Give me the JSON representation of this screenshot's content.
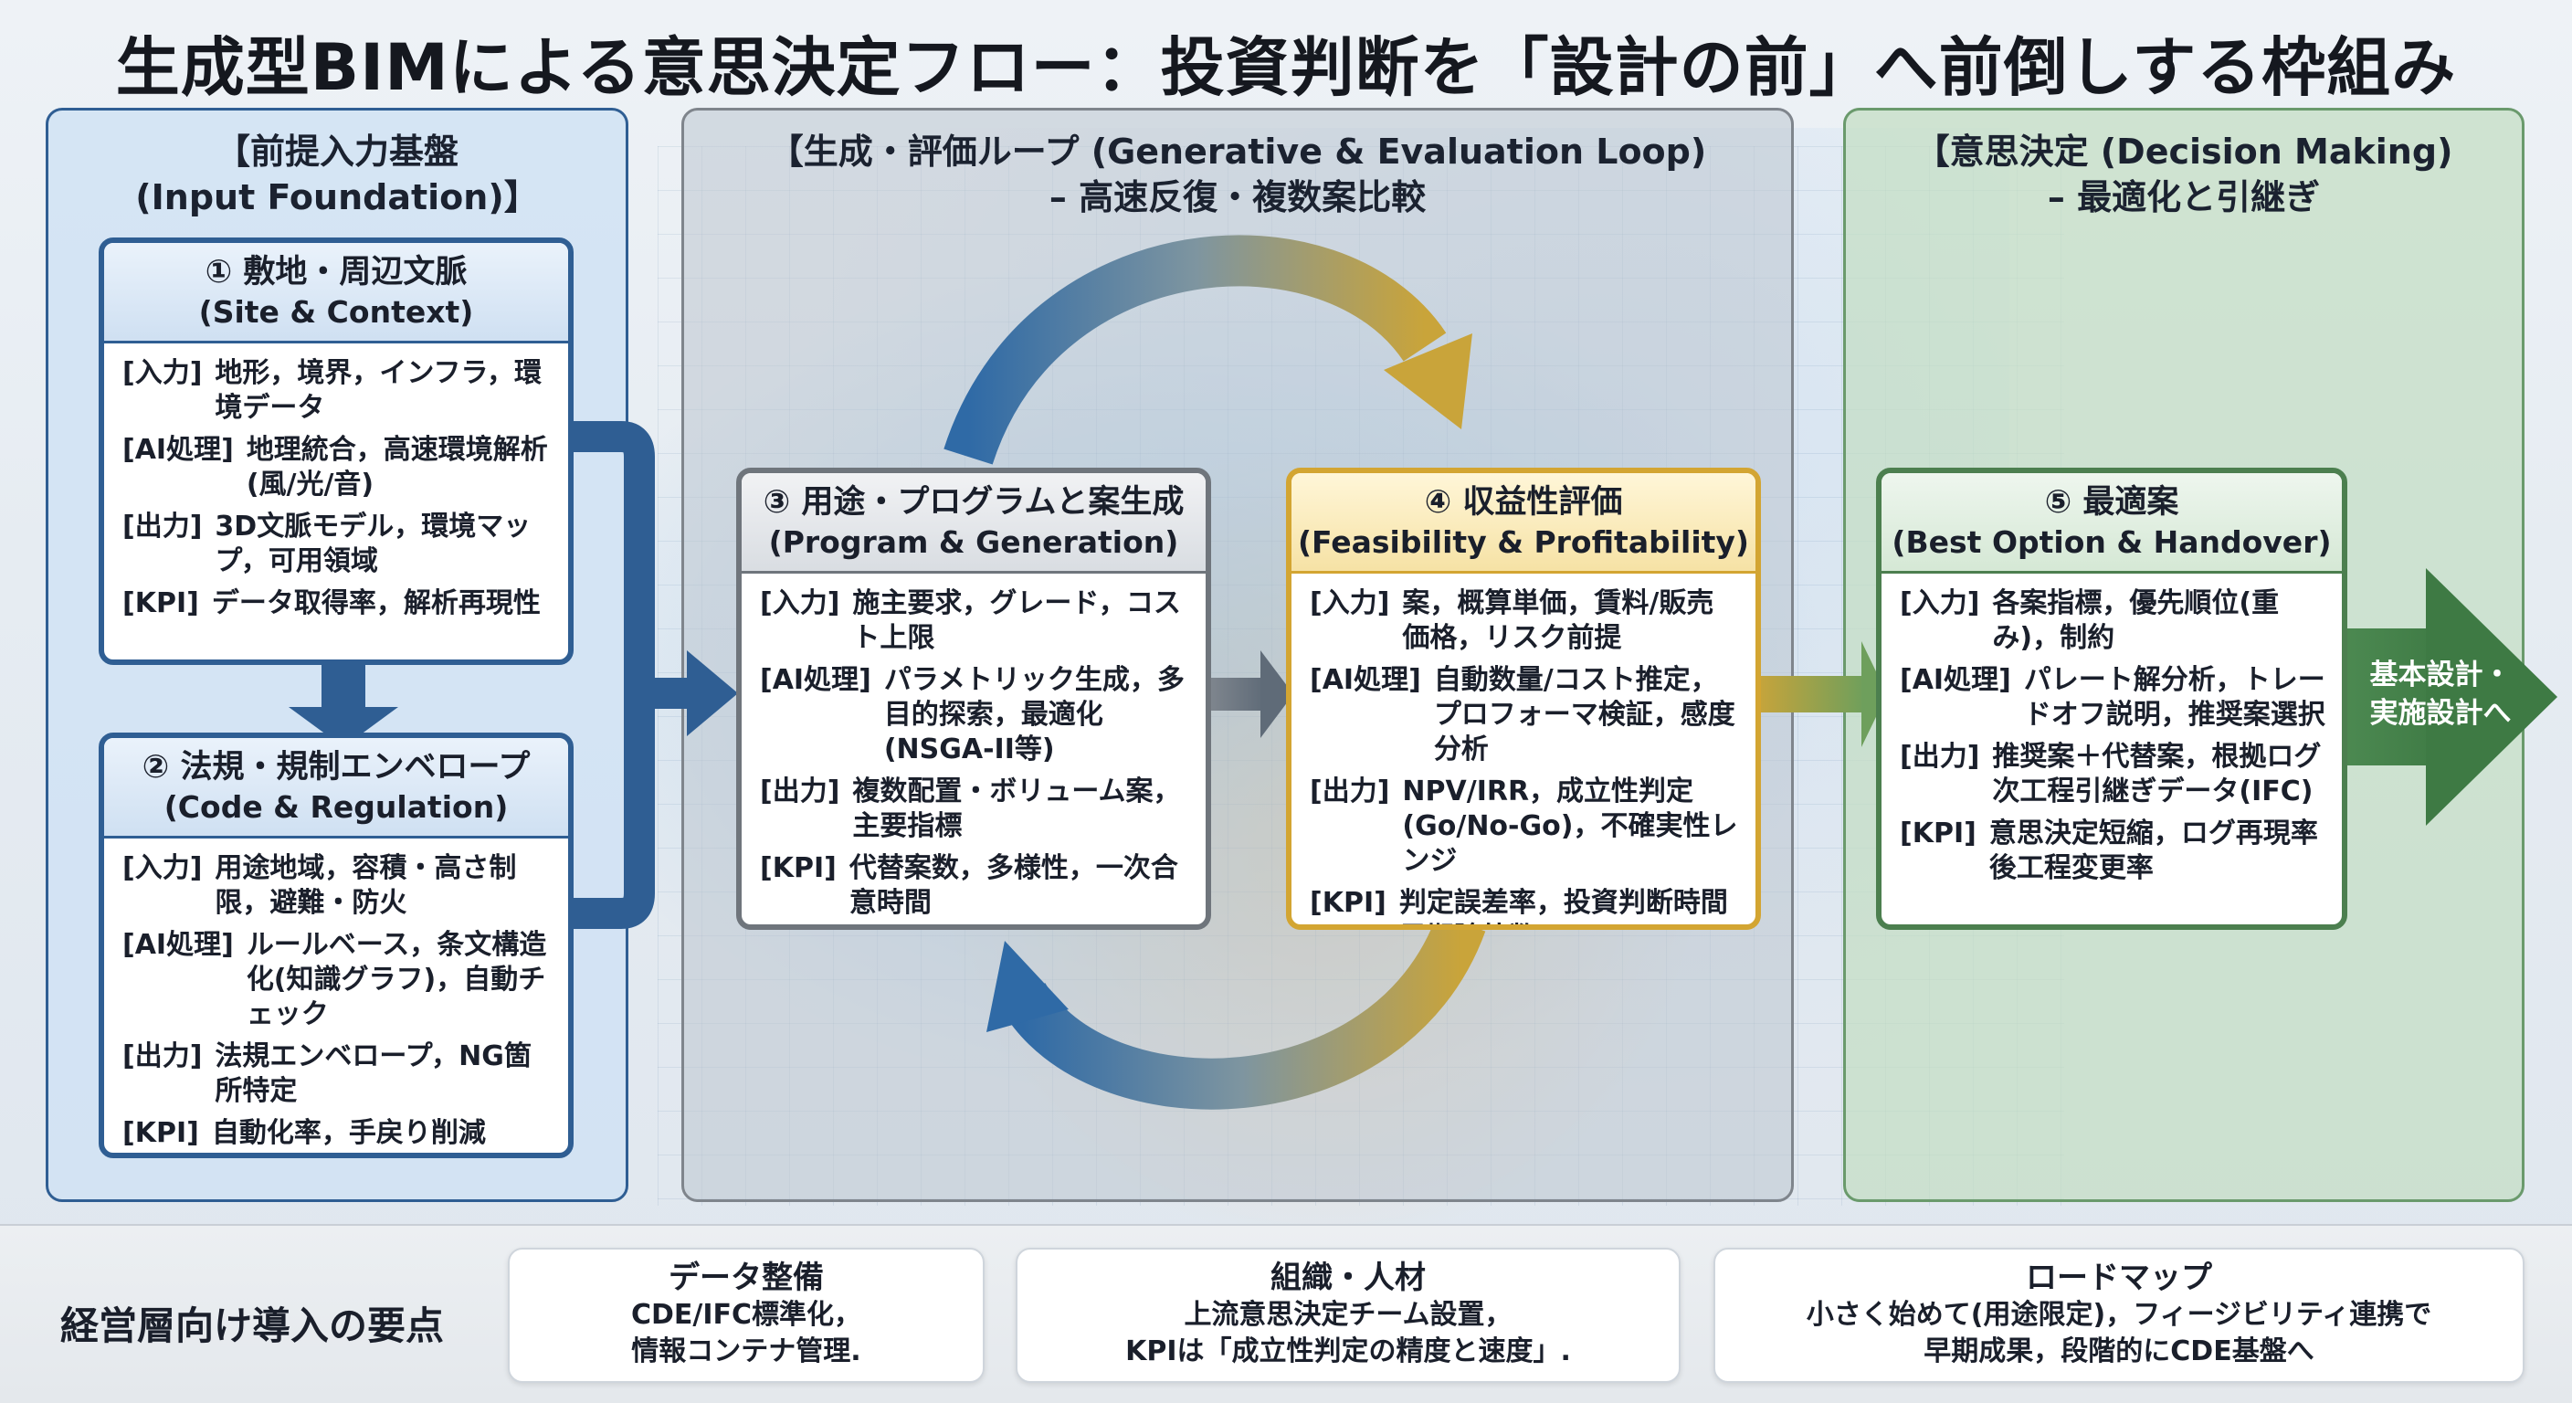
{
  "title": "生成型BIMによる意思決定フロー：投資判断を「設計の前」へ前倒しする枠組み",
  "panels": {
    "input": {
      "title1": "【前提入力基盤",
      "title2": "(Input Foundation)】"
    },
    "loop": {
      "title1": "【生成・評価ループ (Generative & Evaluation Loop)",
      "title2": "– 高速反復・複数案比較"
    },
    "decision": {
      "title1": "【意思決定 (Decision Making)",
      "title2": "– 最適化と引継ぎ"
    }
  },
  "cards": {
    "site": {
      "title": "① 敷地・周辺文脈",
      "subtitle": "(Site & Context)",
      "rows": [
        {
          "tag": "[入力]",
          "text": "地形，境界，インフラ，環境データ"
        },
        {
          "tag": "[AI処理]",
          "text": "地理統合，高速環境解析(風/光/音)"
        },
        {
          "tag": "[出力]",
          "text": "3D文脈モデル，環境マップ，可用領域"
        },
        {
          "tag": "[KPI]",
          "text": "データ取得率，解析再現性"
        }
      ]
    },
    "code": {
      "title": "② 法規・規制エンベロープ",
      "subtitle": "(Code & Regulation)",
      "rows": [
        {
          "tag": "[入力]",
          "text": "用途地域，容積・高さ制限，避難・防火"
        },
        {
          "tag": "[AI処理]",
          "text": "ルールベース，条文構造化(知識グラフ)，自動チェック"
        },
        {
          "tag": "[出力]",
          "text": "法規エンベロープ，NG箇所特定"
        },
        {
          "tag": "[KPI]",
          "text": "自動化率，手戻り削減"
        }
      ]
    },
    "program": {
      "title": "③ 用途・プログラムと案生成",
      "subtitle": "(Program & Generation)",
      "rows": [
        {
          "tag": "[入力]",
          "text": "施主要求，グレード，コスト上限"
        },
        {
          "tag": "[AI処理]",
          "text": "パラメトリック生成，多目的探索，最適化(NSGA-II等)"
        },
        {
          "tag": "[出力]",
          "text": "複数配置・ボリューム案，主要指標"
        },
        {
          "tag": "[KPI]",
          "text": "代替案数，多様性，一次合意時間"
        }
      ]
    },
    "feasibility": {
      "title": "④ 収益性評価",
      "subtitle": "(Feasibility & Profitability)",
      "rows": [
        {
          "tag": "[入力]",
          "text": "案，概算単価，賃料/販売価格，リスク前提"
        },
        {
          "tag": "[AI処理]",
          "text": "自動数量/コスト推定，プロフォーマ検証，感度分析"
        },
        {
          "tag": "[出力]",
          "text": "NPV/IRR，成立性判定(Go/No-Go)，不確実性レンジ"
        },
        {
          "tag": "[KPI]",
          "text": "判定誤差率，投資判断時間早期除外数"
        }
      ]
    },
    "best": {
      "title": "⑤ 最適案",
      "subtitle": "(Best Option & Handover)",
      "rows": [
        {
          "tag": "[入力]",
          "text": "各案指標，優先順位(重み)，制約"
        },
        {
          "tag": "[AI処理]",
          "text": "パレート解分析，トレードオフ説明，推奨案選択"
        },
        {
          "tag": "[出力]",
          "text": "推奨案＋代替案，根拠ログ次工程引継ぎデータ(IFC)"
        },
        {
          "tag": "[KPI]",
          "text": "意思決定短縮，ログ再現率後工程変更率"
        }
      ]
    }
  },
  "final_arrow": {
    "line1": "基本設計・",
    "line2": "実施設計へ"
  },
  "bottom": {
    "label": "経営層向け導入の要点",
    "tips": [
      {
        "title": "データ整備",
        "line1": "CDE/IFC標準化，",
        "line2": "情報コンテナ管理."
      },
      {
        "title": "組織・人材",
        "line1": "上流意思決定チーム設置，",
        "line2": "KPIは「成立性判定の精度と速度」."
      },
      {
        "title": "ロードマップ",
        "line1": "小さく始めて(用途限定)，フィージビリティ連携で",
        "line2": "早期成果，段階的にCDE基盤へ"
      }
    ]
  },
  "colors": {
    "blue": "#2f5e93",
    "gray": "#6f757c",
    "gold": "#d3a532",
    "green": "#4c7f4f"
  }
}
